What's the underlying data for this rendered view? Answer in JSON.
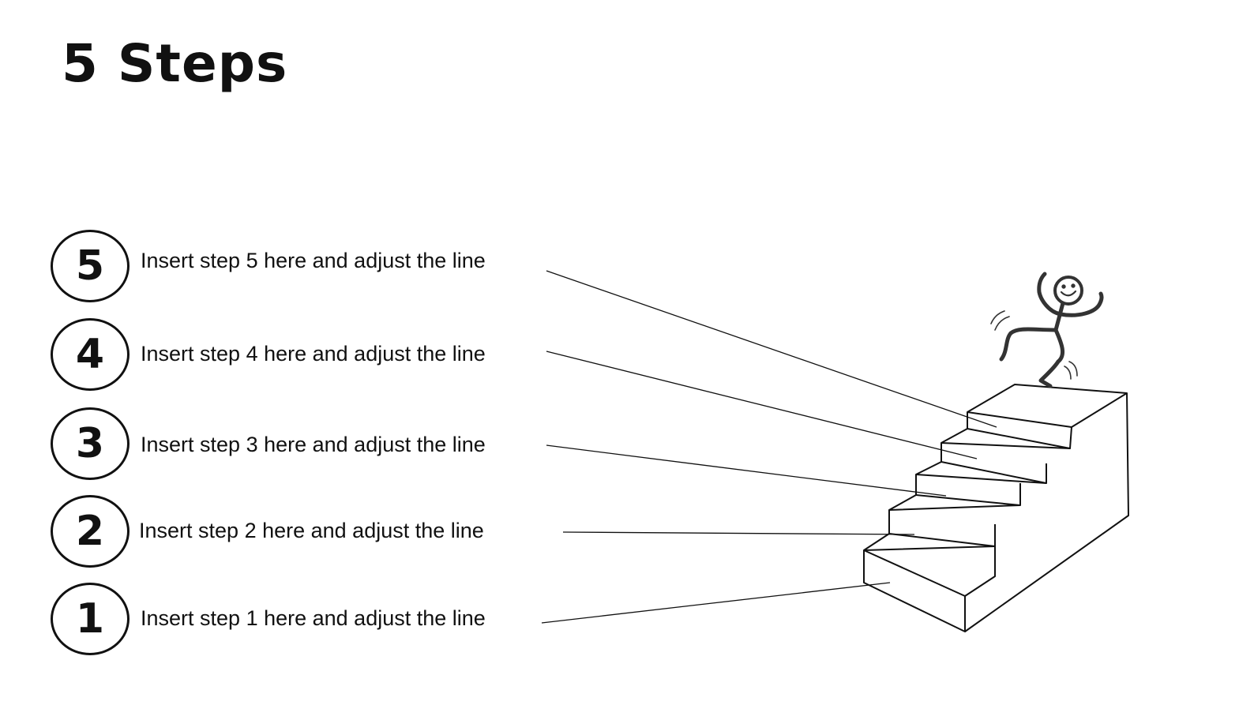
{
  "title": "5 Steps",
  "steps": [
    {
      "number": "5",
      "label": "Insert step 5 here and adjust the line"
    },
    {
      "number": "4",
      "label": "Insert step 4 here and adjust the line"
    },
    {
      "number": "3",
      "label": "Insert step 3 here and adjust the line"
    },
    {
      "number": "2",
      "label": "Insert step 2 here and adjust the line"
    },
    {
      "number": "1",
      "label": "Insert step 1 here and adjust the line"
    }
  ],
  "colors": {
    "ink": "#111111",
    "figure": "#333333",
    "background": "#ffffff"
  }
}
